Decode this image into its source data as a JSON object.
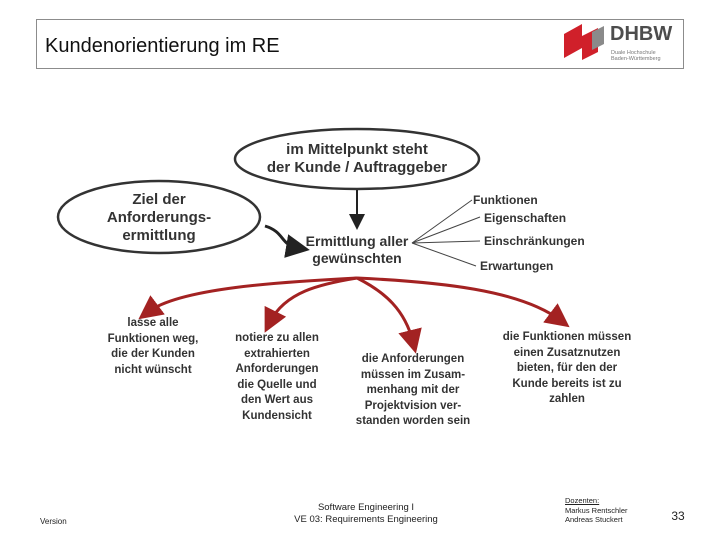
{
  "slide": {
    "title": "Kundenorientierung im RE",
    "logo": {
      "word": "DHBW",
      "sub1": "Duale Hochschule",
      "sub2": "Baden-Württemberg"
    }
  },
  "diagram": {
    "center_top": "im Mittelpunkt steht\nder Kunde / Auftraggeber",
    "goal": "Ziel der\nAnforderungs-\nermittlung",
    "center": "Ermittlung aller\ngewünschten",
    "list": [
      "Funktionen",
      "Eigenschaften",
      "Einschränkungen",
      "Erwartungen"
    ],
    "outcomes": [
      "lasse alle\nFunktionen weg,\ndie der Kunden\nnicht wünscht",
      "notiere zu allen\nextrahierten\nAnforderungen\ndie Quelle und\nden Wert aus\nKundensicht",
      "die Anforderungen\nmüssen im Zusam-\nmenhang mit der\nProjektvision ver-\nstanden worden sein",
      "die Funktionen müssen\neinen Zusatznutzen\nbieten, für den der\nKunde bereits ist zu\nzahlen"
    ],
    "colors": {
      "arrow_red": "#a32222",
      "ink": "#333333",
      "logo_red": "#d0202a"
    }
  },
  "footer": {
    "version": "Version",
    "course_line1": "Software Engineering I",
    "course_line2": "VE 03: Requirements Engineering",
    "lecturer_label": "Dozenten:",
    "lecturer_1": "Markus Rentschler",
    "lecturer_2": "Andreas Stuckert",
    "page": "33"
  }
}
